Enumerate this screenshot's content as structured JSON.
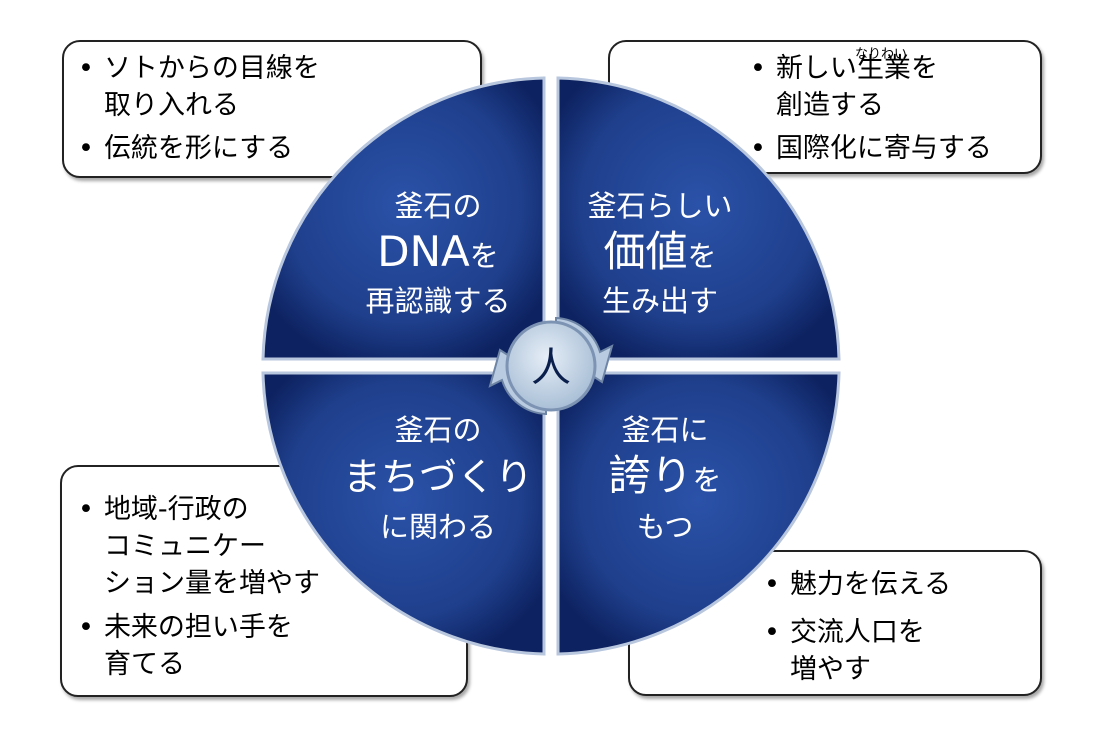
{
  "boxes": {
    "top_left": {
      "b1a": "ソトからの目線を",
      "b1b": "取り入れる",
      "b2": "伝統を形にする"
    },
    "top_right": {
      "b1a_pre": "新しい",
      "b1a_main": "生業",
      "b1a_post": "を",
      "ruby": "なりわい",
      "b1b": "創造する",
      "b2": "国際化に寄与する"
    },
    "bottom_left": {
      "b1a": "地域-行政の",
      "b1b": "コミュニケー",
      "b1c": "ション量を増やす",
      "b2a": "未来の担い手を",
      "b2b": "育てる"
    },
    "bottom_right": {
      "b1": "魅力を伝える",
      "b2a": "交流人口を",
      "b2b": "増やす"
    },
    "bullet_symbol": "•"
  },
  "quadrants": {
    "top_left": {
      "l1": "釜石の",
      "l2_big": "DNA",
      "l2_small": "を",
      "l3": "再認識する"
    },
    "top_right": {
      "l1": "釜石らしい",
      "l2_big": "価値",
      "l2_small": "を",
      "l3": "生み出す"
    },
    "bottom_left": {
      "l1": "釜石の",
      "l2_big": "まちづくり",
      "l3": "に関わる"
    },
    "bottom_right": {
      "l1": "釜石に",
      "l2_big": "誇り",
      "l2_small": "を",
      "l3": "もつ"
    }
  },
  "center": {
    "label": "人"
  },
  "colors": {
    "quadrant_fill": "#1f3f8c",
    "quadrant_dark": "#0d2260",
    "center_fill": "#c9d9ea"
  }
}
